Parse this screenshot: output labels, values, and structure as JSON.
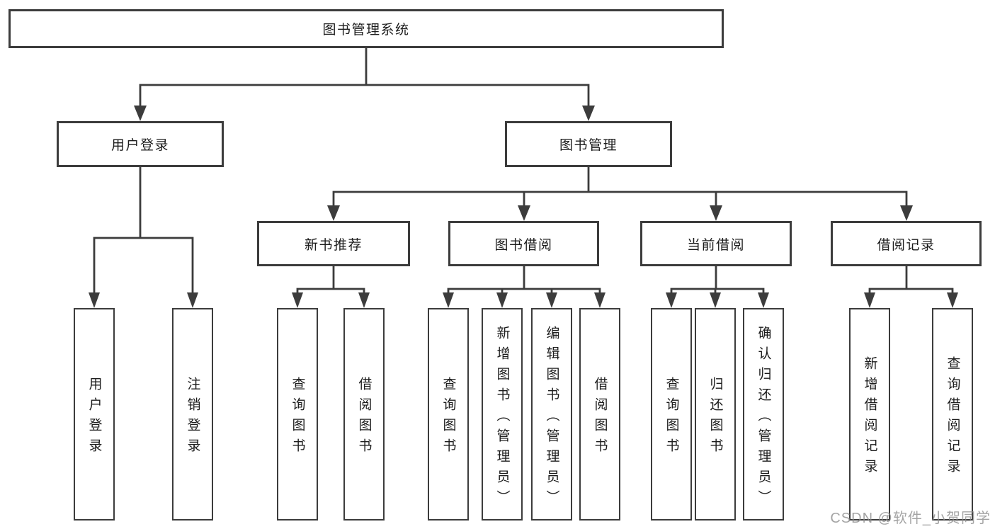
{
  "tree": {
    "root": {
      "label": "图书管理系统"
    },
    "branches": [
      {
        "label": "用户登录",
        "children": [
          {
            "label": "用户登录"
          },
          {
            "label": "注销登录"
          }
        ]
      },
      {
        "label": "图书管理",
        "children": [
          {
            "label": "新书推荐",
            "children": [
              {
                "label": "查询图书"
              },
              {
                "label": "借阅图书"
              }
            ]
          },
          {
            "label": "图书借阅",
            "children": [
              {
                "label": "查询图书"
              },
              {
                "label": "新增图书（管理员）"
              },
              {
                "label": "编辑图书（管理员）"
              },
              {
                "label": "借阅图书"
              }
            ]
          },
          {
            "label": "当前借阅",
            "children": [
              {
                "label": "查询图书"
              },
              {
                "label": "归还图书"
              },
              {
                "label": "确认归还（管理员）"
              }
            ]
          },
          {
            "label": "借阅记录",
            "children": [
              {
                "label": "新增借阅记录"
              },
              {
                "label": "查询借阅记录"
              }
            ]
          }
        ]
      }
    ]
  },
  "watermark": "CSDN @软件_小贺同学",
  "colors": {
    "line": "#3c3c3c",
    "text": "#1c1c1c",
    "background": "#ffffff",
    "watermark": "#8e8e8e"
  }
}
